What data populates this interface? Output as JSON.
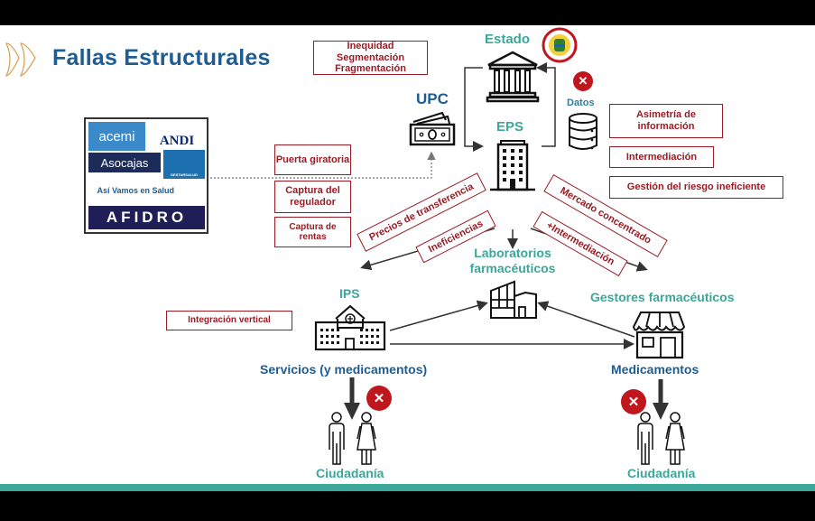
{
  "slide": {
    "title": "Fallas Estructurales",
    "colors": {
      "teal": "#3aa79a",
      "blue": "#1d5d93",
      "red": "#9b1b24",
      "x_red": "#c0161e"
    }
  },
  "nodes": {
    "estado": "Estado",
    "upc": "UPC",
    "eps": "EPS",
    "datos": "Datos",
    "laboratorios": "Laboratorios farmacéuticos",
    "ips": "IPS",
    "gestores": "Gestores farmacéuticos",
    "servicios": "Servicios (y medicamentos)",
    "medicamentos": "Medicamentos",
    "ciudadania_left": "Ciudadanía",
    "ciudadania_right": "Ciudadanía"
  },
  "failures": {
    "inequidad": "Inequidad Segmentación Fragmentación",
    "asimetria": "Asimetría de información",
    "intermediacion": "Intermediación",
    "gestion_riesgo": "Gestión del riesgo ineficiente",
    "puerta_giratoria": "Puerta giratoria",
    "captura_regulador": "Captura del regulador",
    "captura_rentas": "Captura de rentas",
    "precios_transferencia": "Precios de transferencia",
    "ineficiencias": "Ineficiencias",
    "mercado_concentrado": "Mercado concentrado",
    "mas_intermediacion": "+Intermediación",
    "integracion_vertical": "Integración vertical"
  },
  "logos": {
    "acemi": "acemi",
    "andi": "ANDI",
    "asocajas": "Asocajas",
    "gestarsalud": "GESTARSALUD",
    "asi_vamos": "Así Vamos en Salud",
    "afidro": "AFIDRO"
  },
  "icons": {
    "x_mark": "✕"
  }
}
